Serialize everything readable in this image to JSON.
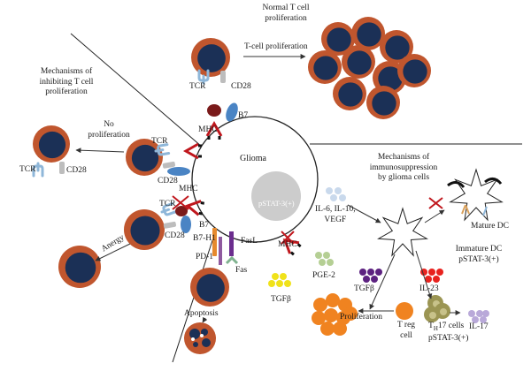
{
  "headings": {
    "normal_line1": "Normal T cell",
    "normal_line2": "proliferation",
    "inhibit_line1": "Mechanisms of",
    "inhibit_line2": "inhibiting T cell",
    "inhibit_line3": "proliferation",
    "immuno_line1": "Mechanisms of",
    "immuno_line2": "immunosuppression",
    "immuno_line3": "by glioma cells"
  },
  "labels": {
    "t_cell_proliferation": "T-cell proliferation",
    "tcr_top": "TCR",
    "cd28_top": "CD28",
    "b7_top": "B7",
    "mhc_top": "MHC",
    "no_prolif_1": "No",
    "no_prolif_2": "proliferation",
    "tcr_mid": "TCR",
    "cd28_mid": "CD28",
    "mhc_mid": "MHC",
    "tcr_left": "TCR",
    "cd28_left": "CD28",
    "tcr_low": "TCR",
    "cd28_low": "CD28",
    "b7_low": "B7",
    "b7h1": "B7-H1",
    "pd1": "PD-1",
    "fasl": "FasL",
    "fas": "Fas",
    "anergy": "Anergy",
    "apoptosis": "Apoptosis",
    "glioma": "Glioma",
    "pstat_glioma": "pSTAT-3(+)",
    "il_line1": "IL-6, IL-10,",
    "il_line2": "VEGF",
    "mhc_low": "MHC",
    "pge2": "PGE-2",
    "tgfb_left": "TGFβ",
    "tgfb_mid": "TGFβ",
    "mature_dc": "Mature DC",
    "immature_dc": "Immature DC",
    "pstat_dc": "pSTAT-3(+)",
    "il23": "IL-23",
    "proliferation": "Proliferation",
    "treg_line1": "T reg",
    "treg_line2": "cell",
    "th17_prefix": "T",
    "th17_sub": "H",
    "th17_suffix": "17 cells",
    "pstat_th17": "pSTAT-3(+)",
    "il17": "IL-17"
  },
  "colors": {
    "cell_outer": "#c0562e",
    "cell_nucleus": "#1b3056",
    "glioma_fill": "#ffffff",
    "nucleus_gray": "#cccccc",
    "tcr_blue": "#8fb7d9",
    "cd28_gray": "#bdbdbd",
    "b7_blue": "#4a84c4",
    "mhc_red": "#c0171d",
    "mhc_dark": "#7a1a1a",
    "il_blue": "#c9d9ec",
    "pge2_green": "#b5cf94",
    "tgfb_yellow": "#f0e21a",
    "tgfb_purple": "#5c2180",
    "il23_red": "#e8221e",
    "th17_olive": "#9b9553",
    "il17_lavender": "#b9a9d9",
    "treg_orange": "#f08320"
  }
}
